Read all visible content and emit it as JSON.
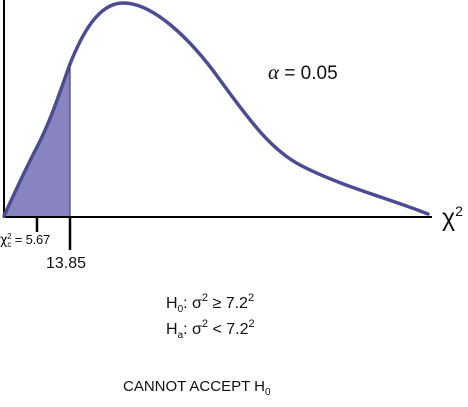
{
  "alpha_label": "α",
  "alpha_value": " = 0.05",
  "axis_name": "χ",
  "axis_name_sup": "2",
  "critical_label": {
    "symbol": "χ",
    "sub": "c",
    "sup": "2",
    "value": " = 5.67"
  },
  "tick_value": "13.85",
  "null_hypothesis": {
    "letter": "H",
    "sub": "0",
    "text": ": σ",
    "sup1": "2",
    "relation": " ≥ 7.2",
    "sup2": "2"
  },
  "alternative_hypothesis": {
    "letter": "H",
    "sub": "a",
    "text": ": σ",
    "sup1": "2",
    "relation": " < 7.2",
    "sup2": "2"
  },
  "decision": {
    "text": "CANNOT ACCEPT H",
    "sub": "0"
  },
  "colors": {
    "curve": "#4b4c96",
    "shade": "#8784c0",
    "axis": "#000000"
  }
}
